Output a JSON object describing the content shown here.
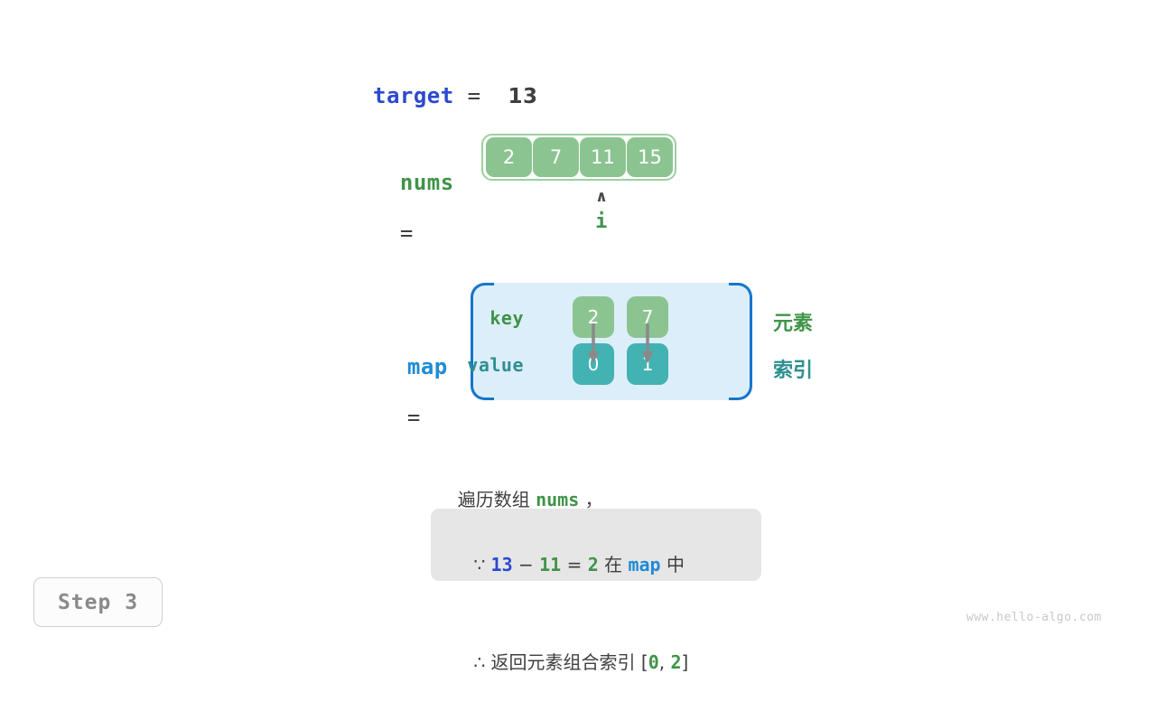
{
  "variables": {
    "target": {
      "name": "target",
      "equals": "=",
      "value": "13"
    },
    "nums": {
      "name": "nums",
      "equals": "="
    },
    "map": {
      "name": "map",
      "equals": "="
    }
  },
  "nums_array": {
    "cells": [
      "2",
      "7",
      "11",
      "15"
    ],
    "pointer": {
      "caret": "∧",
      "label": "i",
      "index": 2
    }
  },
  "hash_map": {
    "row_labels": {
      "key": "key",
      "value": "value"
    },
    "keys": [
      "2",
      "7"
    ],
    "values": [
      "0",
      "1"
    ],
    "side_labels": {
      "element": "元素",
      "index": "索引"
    }
  },
  "description": {
    "line_prefix": "遍历数组 ",
    "line_code": "nums",
    "line_suffix": " ，",
    "note": {
      "line1": {
        "symbol": "∵",
        "a": "13",
        "minus": "−",
        "b": "11",
        "eq": "=",
        "c": "2",
        "in": "在",
        "map": "map",
        "suffix": "中"
      },
      "line2": {
        "symbol": "∴",
        "text": "返回元素组合索引 [",
        "i0": "0",
        "comma": ", ",
        "i1": "2",
        "close": "]"
      }
    }
  },
  "step_badge": {
    "label": "Step 3"
  },
  "watermark": {
    "text": "www.hello-algo.com"
  },
  "colors": {
    "target_blue": "#2c49cf",
    "map_blue": "#1e8bd4",
    "green": "#3f9448",
    "cell_green": "#8cc491",
    "cell_teal": "#43b2b2",
    "map_bg": "#ddeefb",
    "map_border": "#1577c9",
    "note_bg": "#e6e6e6"
  }
}
